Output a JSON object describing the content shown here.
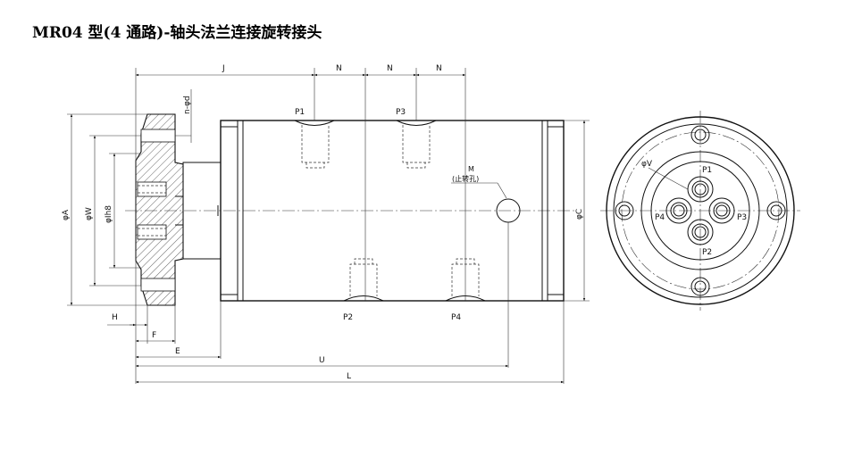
{
  "title": "MR04 型(4 通路)-轴头法兰连接旋转接头",
  "labels": {
    "J": "J",
    "N1": "N",
    "N2": "N",
    "N3": "N",
    "nd": "n-φd",
    "P1": "P1",
    "P3": "P3",
    "P2": "P2",
    "P4": "P4",
    "M": "M",
    "Mnote": "(止转孔)",
    "A": "φA",
    "W": "φW",
    "ih8": "φIh8",
    "C": "φC",
    "H": "H",
    "F": "F",
    "E": "E",
    "U": "U",
    "L": "L",
    "V": "φV",
    "eP1": "P1",
    "eP2": "P2",
    "eP3": "P3",
    "eP4": "P4"
  }
}
